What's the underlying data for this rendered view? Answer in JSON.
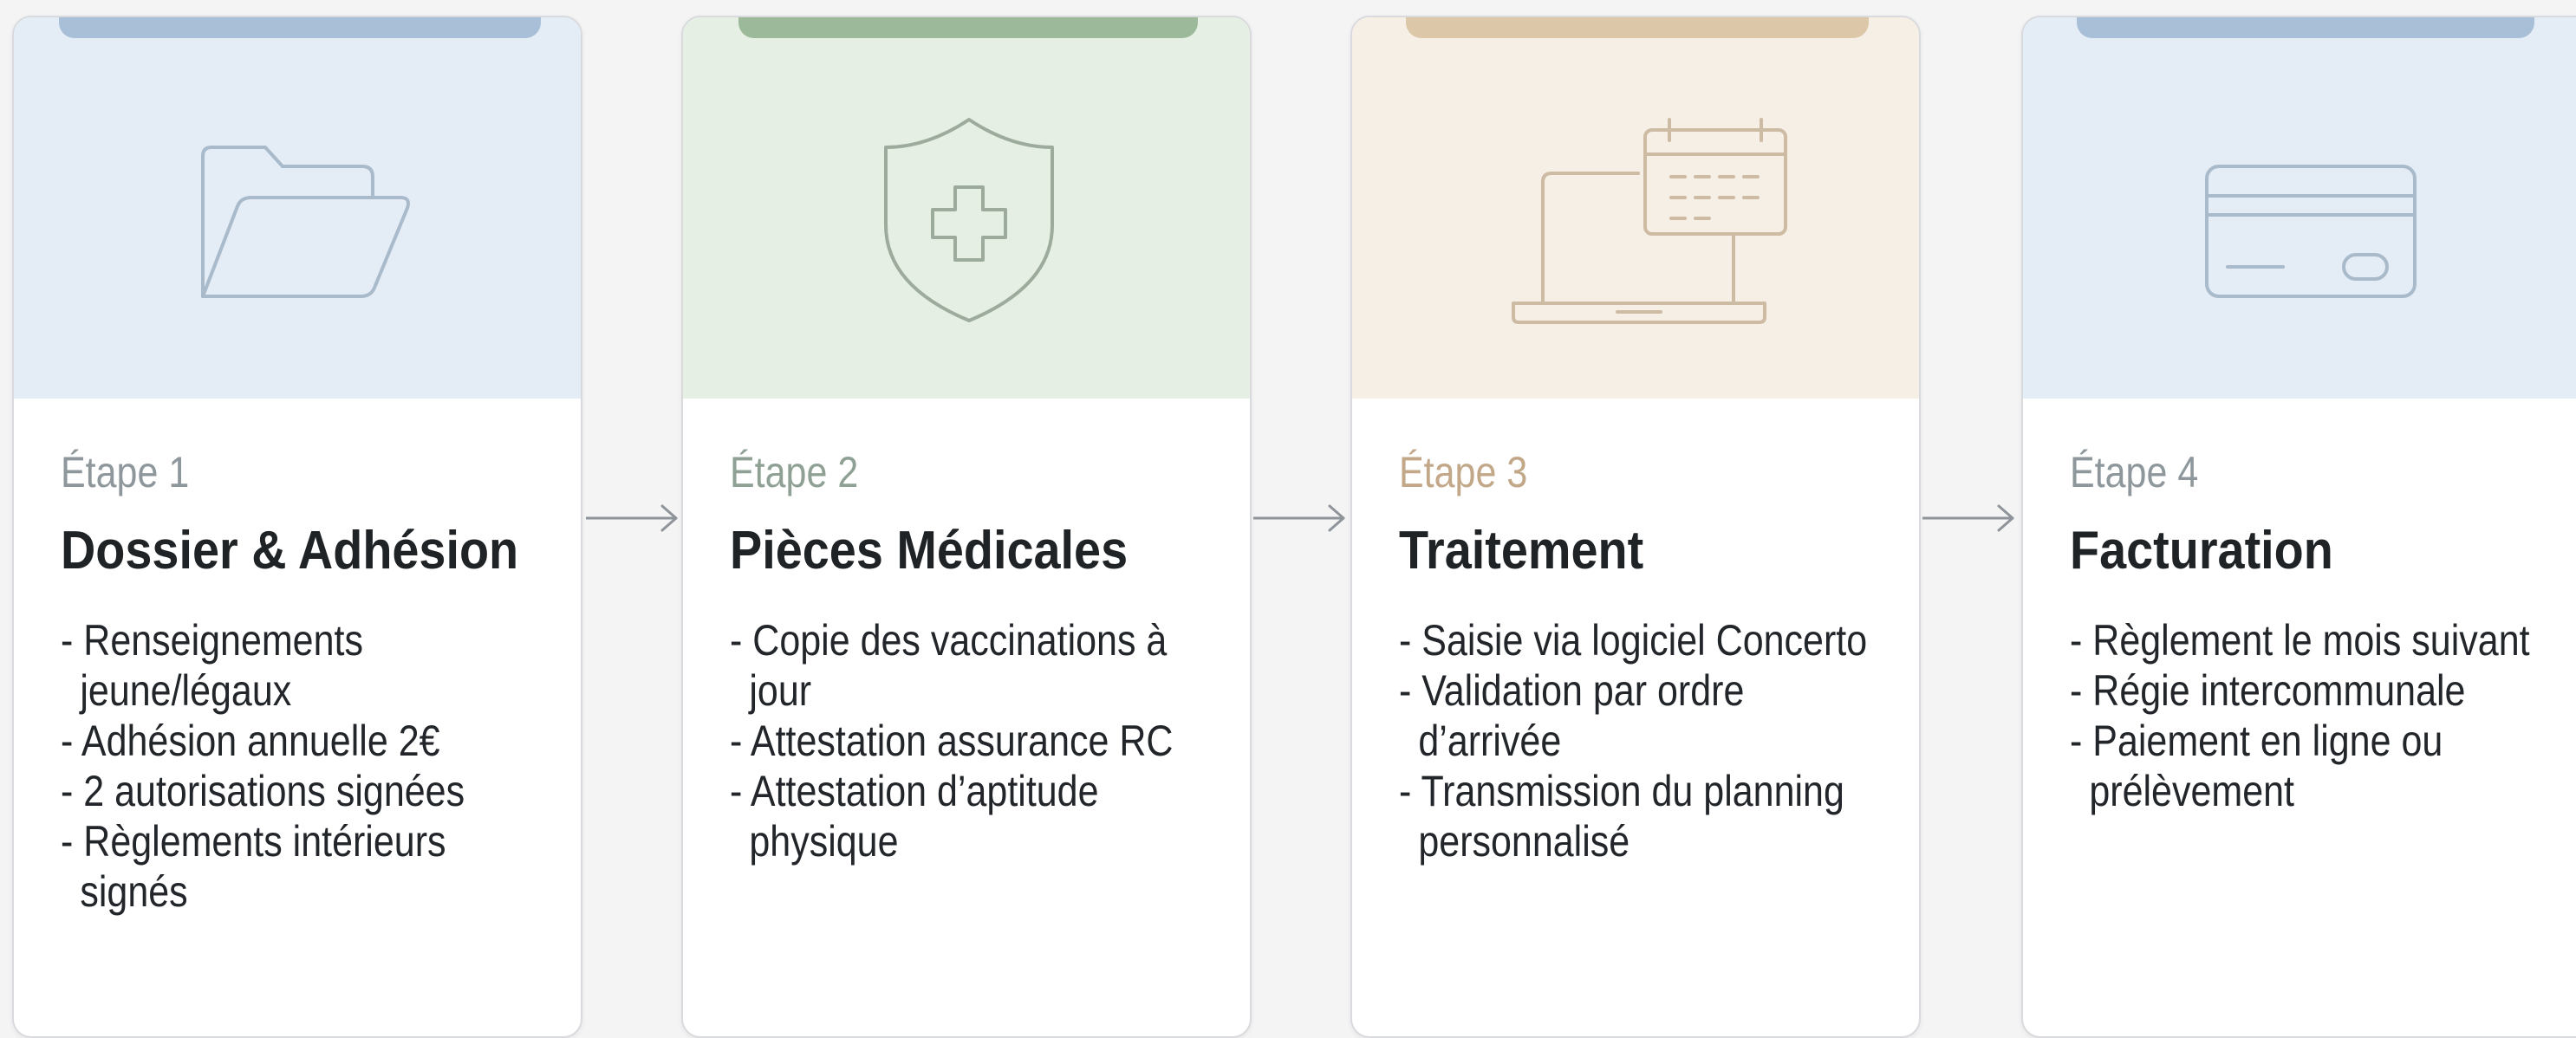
{
  "steps": [
    {
      "label": "Étape 1",
      "title": "Dossier & Adhésion",
      "icon": "folder-icon",
      "bullets": [
        "- Renseignements jeune/légaux",
        "- Adhésion annuelle 2€",
        "- 2 autorisations signées",
        "- Règlements intérieurs signés"
      ],
      "top_color": "#e4ecf6",
      "accent_color": "#a9bfd8",
      "label_color": "#8e979c"
    },
    {
      "label": "Étape 2",
      "title": "Pièces Médicales",
      "icon": "shield-cross-icon",
      "bullets": [
        "- Copie des vaccinations à jour",
        "- Attestation assurance RC",
        "- Attestation d’aptitude physique"
      ],
      "top_color": "#e6efe4",
      "accent_color": "#9cb999",
      "label_color": "#8fa194"
    },
    {
      "label": "Étape 3",
      "title": "Traitement",
      "icon": "laptop-calendar-icon",
      "bullets": [
        "- Saisie via logiciel Concerto",
        "- Validation par ordre d’arrivée",
        "- Transmission du planning personnalisé"
      ],
      "top_color": "#f6efe6",
      "accent_color": "#dcc7a9",
      "label_color": "#c2a889"
    },
    {
      "label": "Étape 4",
      "title": "Facturation",
      "icon": "credit-card-icon",
      "bullets": [
        "- Règlement le mois suivant",
        "- Régie intercommunale",
        "- Paiement en ligne ou prélèvement"
      ],
      "top_color": "#e4ecf6",
      "accent_color": "#a9bfd8",
      "label_color": "#8e979c"
    }
  ]
}
